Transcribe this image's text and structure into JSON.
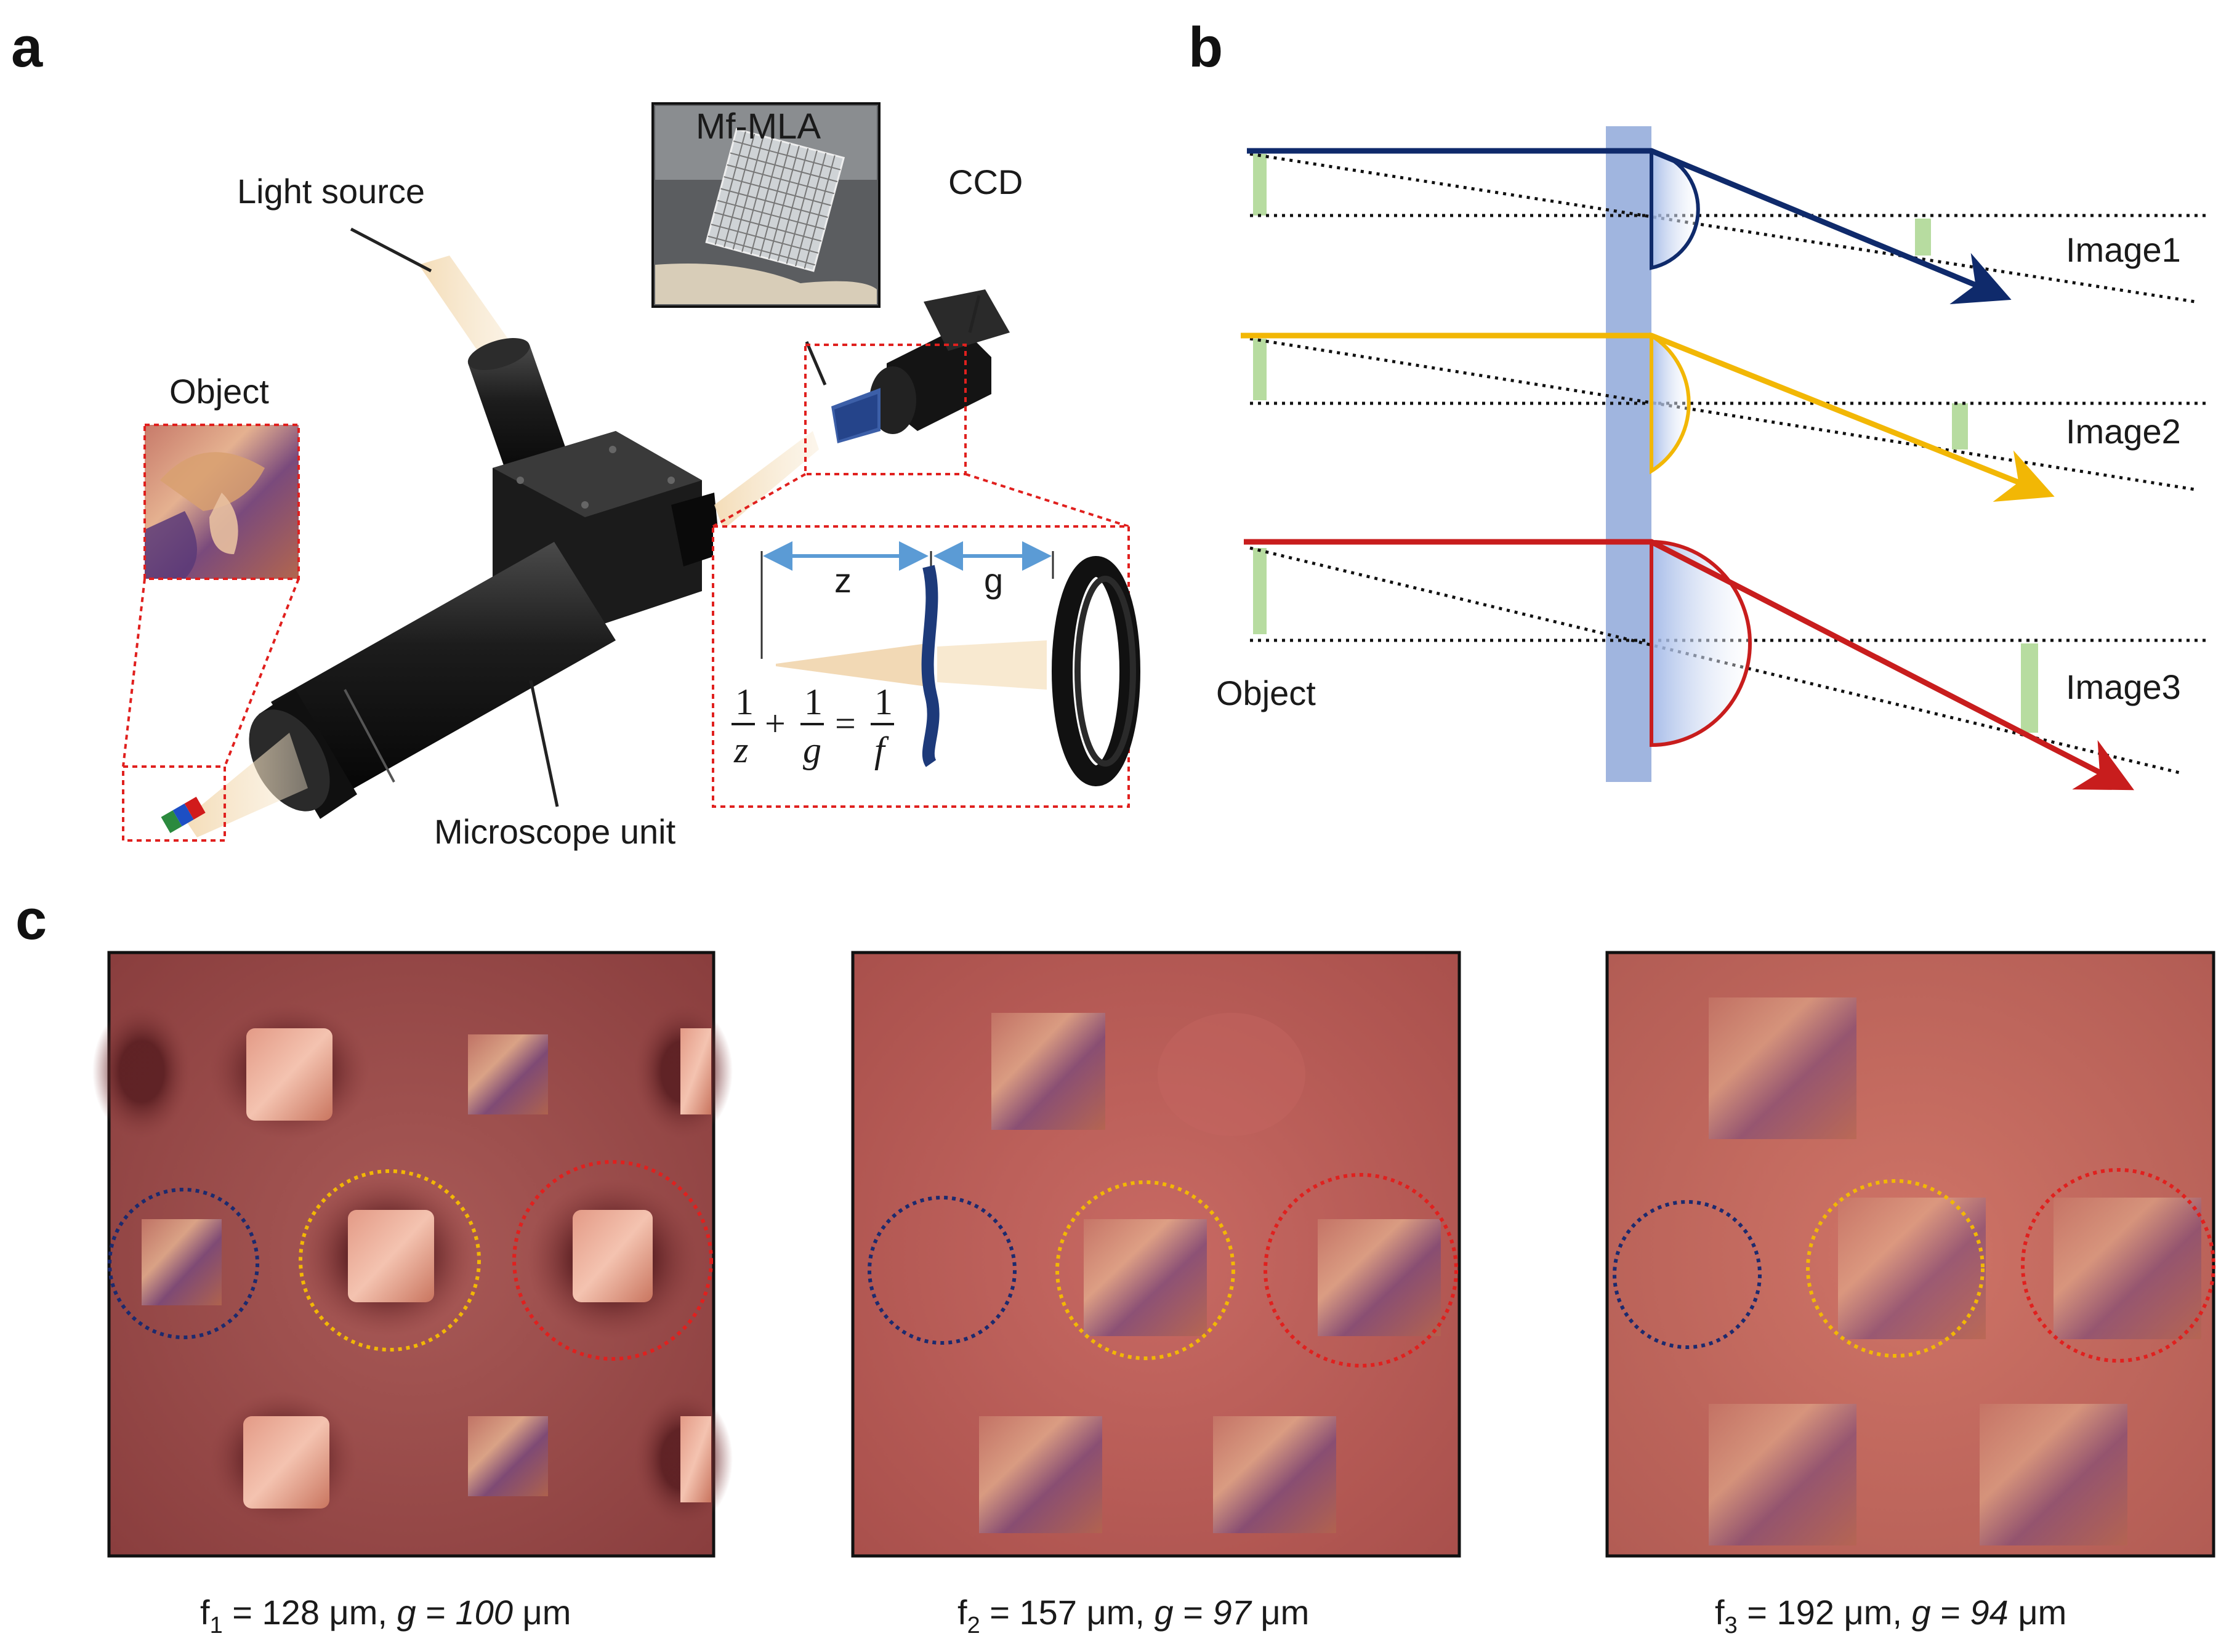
{
  "panels": {
    "a": {
      "label": "a",
      "light_source": "Light source",
      "object": "Object",
      "microscope_unit": "Microscope unit",
      "mla_inset": "Mf-MLA",
      "ccd": "CCD",
      "inset_z": "z",
      "inset_g": "g",
      "lens_equation": {
        "num1": "1",
        "den1": "z",
        "plus": "+",
        "num2": "1",
        "den2": "g",
        "equals": "=",
        "num3": "1",
        "den3": "f"
      }
    },
    "b": {
      "label": "b",
      "object": "Object",
      "images": [
        "Image1",
        "Image2",
        "Image3"
      ],
      "ray_colors": [
        "#0f2a6b",
        "#f2b705",
        "#c81d1d"
      ],
      "substrate_color": "#8fa8d9",
      "object_marker_color": "#b7dca0"
    },
    "c": {
      "label": "c",
      "captions": [
        {
          "f_sym": "f",
          "f_sub": "1",
          "f_val": " = 128 μm, ",
          "g_sym": "g",
          "eq": " = ",
          "g_val": "100",
          "unit": " μm"
        },
        {
          "f_sym": "f",
          "f_sub": "2",
          "f_val": " = 157 μm,  ",
          "g_sym": "g",
          "eq": " = ",
          "g_val": "97",
          "unit": " μm"
        },
        {
          "f_sym": "f",
          "f_sub": "3",
          "f_val": " = 192 μm, ",
          "g_sym": "g",
          "eq": " = ",
          "g_val": "94",
          "unit": " μm"
        }
      ],
      "circle_colors": [
        "#1c2a6e",
        "#f2b705",
        "#e0201e"
      ],
      "background_color": "#a8504f"
    }
  }
}
